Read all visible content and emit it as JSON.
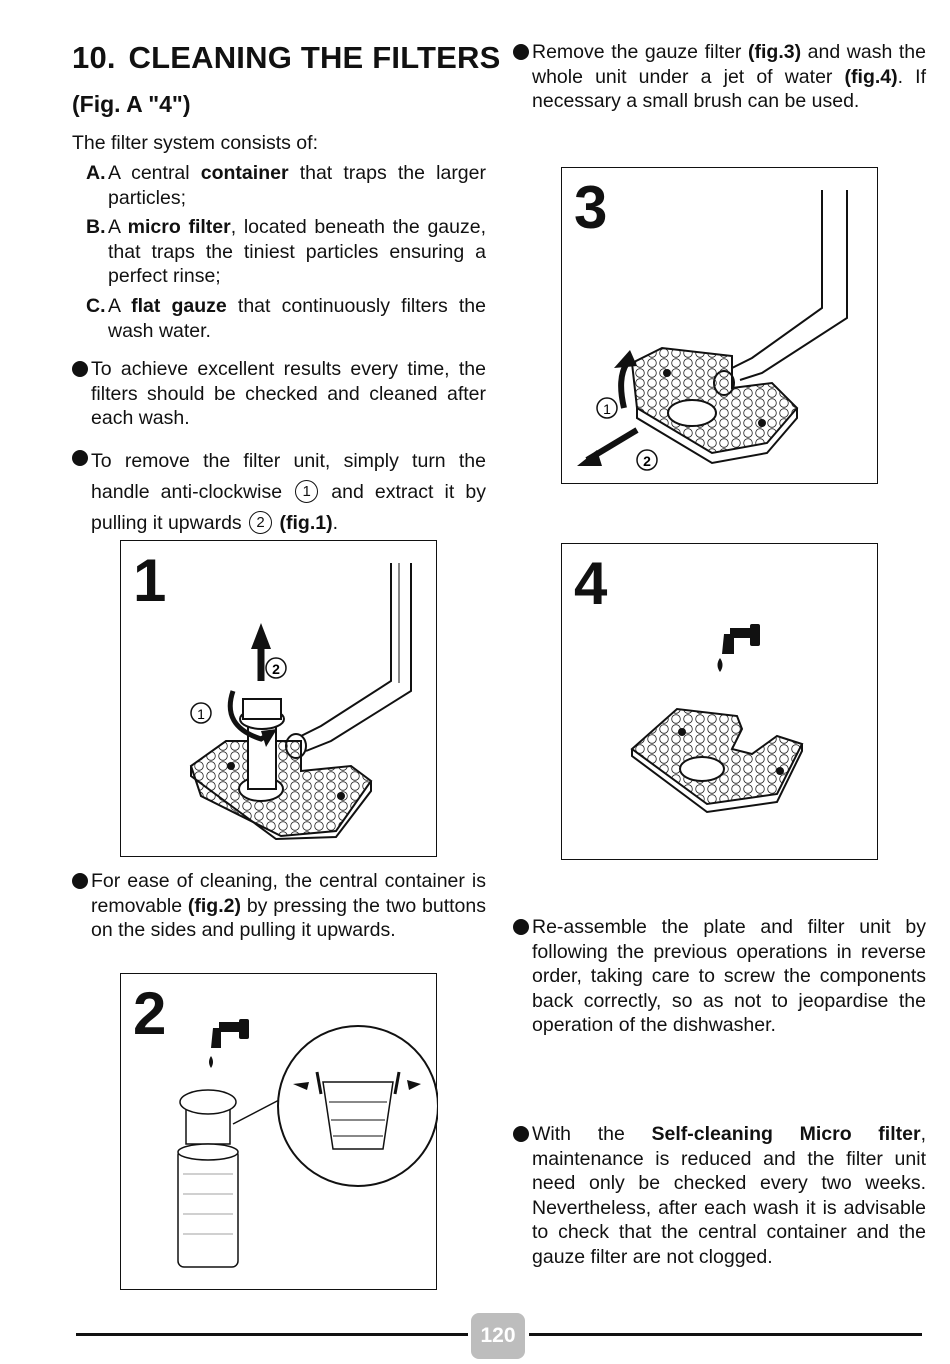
{
  "title": {
    "number": "10.",
    "text": "CLEANING THE FILTERS"
  },
  "subtitle": "(Fig. A \"4\")",
  "intro": "The filter system consists of:",
  "items": [
    {
      "letter": "A.",
      "pre": "A central ",
      "bold": "container",
      "post": " that traps the larger particles;"
    },
    {
      "letter": "B.",
      "pre": "A ",
      "bold": "micro filter",
      "post": ", located beneath the gauze, that traps the tiniest particles ensuring a perfect rinse;"
    },
    {
      "letter": "C.",
      "pre": "A ",
      "bold": "flat gauze",
      "post": " that continuously filters the wash water."
    }
  ],
  "bullets_left": {
    "b1": "To achieve excellent results every time, the filters should be checked and cleaned after each wash.",
    "b2_pre": "To remove the filter unit, simply turn the handle anti-clockwise",
    "b2_circ1": "1",
    "b2_mid": "and extract it by pulling it upwards",
    "b2_circ2": "2",
    "b2_ref": "(fig.1)",
    "b2_end": ".",
    "b3_pre": "For ease of cleaning, the central container is removable ",
    "b3_ref": "(fig.2)",
    "b3_post": " by pressing the two buttons on the sides and pulling it upwards."
  },
  "bullets_right": {
    "r1_a": "Remove the gauze filter ",
    "r1_ref1": "(fig.3)",
    "r1_b": " and wash the whole unit under a jet of water ",
    "r1_ref2": "(fig.4)",
    "r1_c": ". If necessary a small brush can be used.",
    "r2": "Re-assemble the plate and filter unit by following the previous operations in reverse order, taking care to screw the components back correctly, so as not to jeopardise the operation of the dishwasher.",
    "r3_a": "With the ",
    "r3_bold": "Self-cleaning Micro filter",
    "r3_b": ", maintenance is reduced and the filter unit need only be checked every two weeks. Nevertheless, after each wash it is advisable to check that the central container and the gauze filter are not clogged."
  },
  "figures": {
    "fig1": {
      "number": "1",
      "callouts": [
        "1",
        "2"
      ]
    },
    "fig2": {
      "number": "2"
    },
    "fig3": {
      "number": "3",
      "callouts": [
        "1",
        "2"
      ]
    },
    "fig4": {
      "number": "4"
    }
  },
  "page_number": "120"
}
